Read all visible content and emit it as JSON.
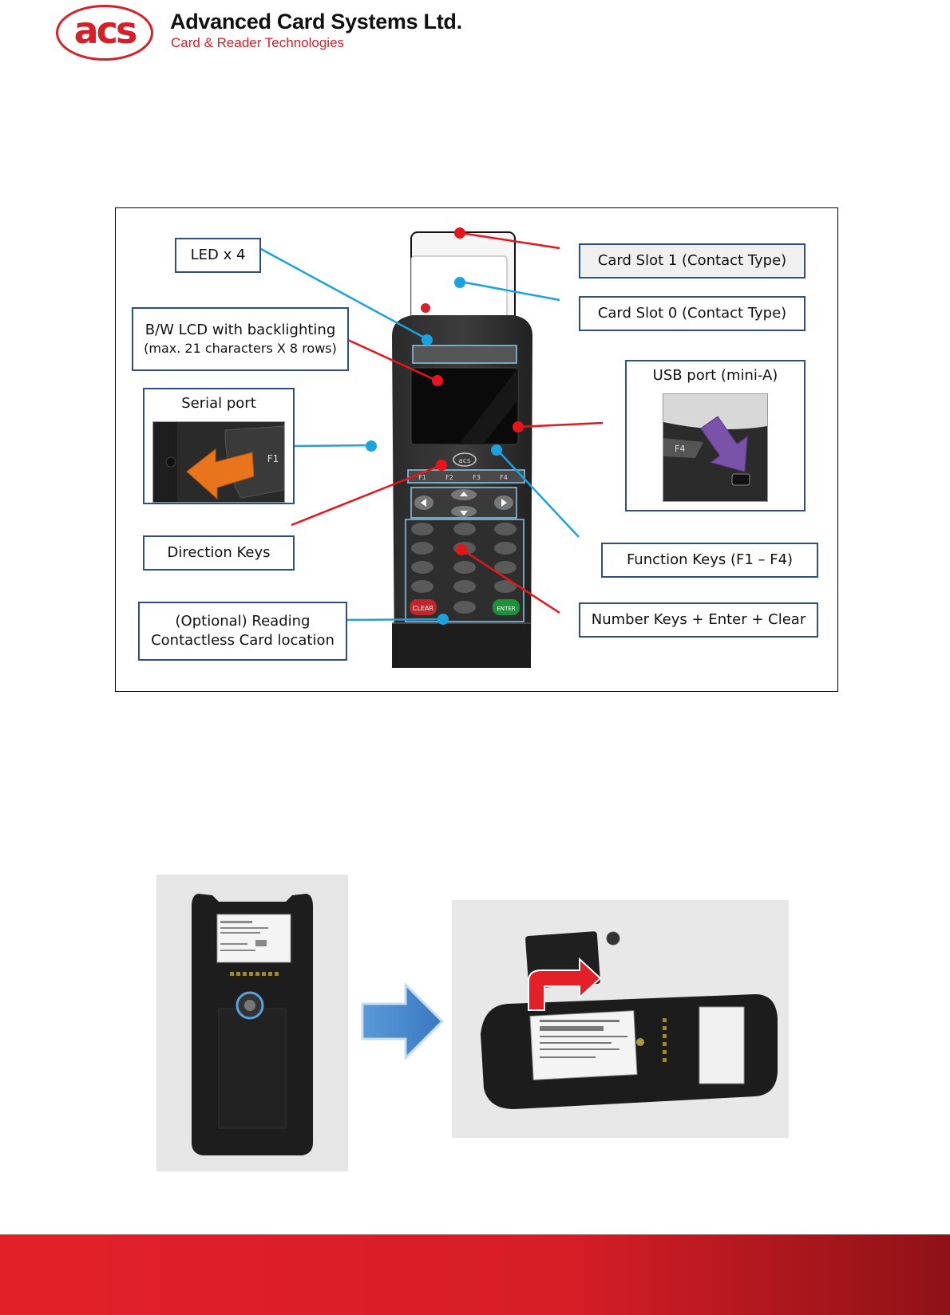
{
  "header": {
    "logo_text": "acs",
    "company_name": "Advanced Card Systems Ltd.",
    "company_tagline": "Card & Reader Technologies"
  },
  "figure1": {
    "callouts": {
      "led": "LED x 4",
      "lcd_line1": "B/W LCD with backlighting",
      "lcd_line2": "(max. 21 characters X 8 rows)",
      "serial_port": "Serial port",
      "direction_keys": "Direction Keys",
      "contactless_line1": "(Optional) Reading",
      "contactless_line2": "Contactless Card location",
      "card_slot_1": "Card Slot 1 (Contact Type)",
      "card_slot_0": "Card Slot 0 (Contact Type)",
      "usb_port": "USB port (mini-A)",
      "function_keys": "Function Keys (F1 – F4)",
      "number_keys": "Number Keys + Enter + Clear"
    },
    "device": {
      "logo": "acs",
      "function_keys": [
        "F1",
        "F2",
        "F3",
        "F4"
      ],
      "clear_key": "CLEAR",
      "enter_key": "ENTER",
      "serial_photo_key": "F1",
      "usb_photo_key": "F4"
    }
  },
  "figure2": {
    "arrow": "right-arrow"
  },
  "colors": {
    "brand_red": "#d52027",
    "callout_border": "#2f4f80",
    "leader_blue": "#1aa3e0",
    "leader_red": "#e8141c",
    "arrow_blue": "#4a90d9"
  }
}
